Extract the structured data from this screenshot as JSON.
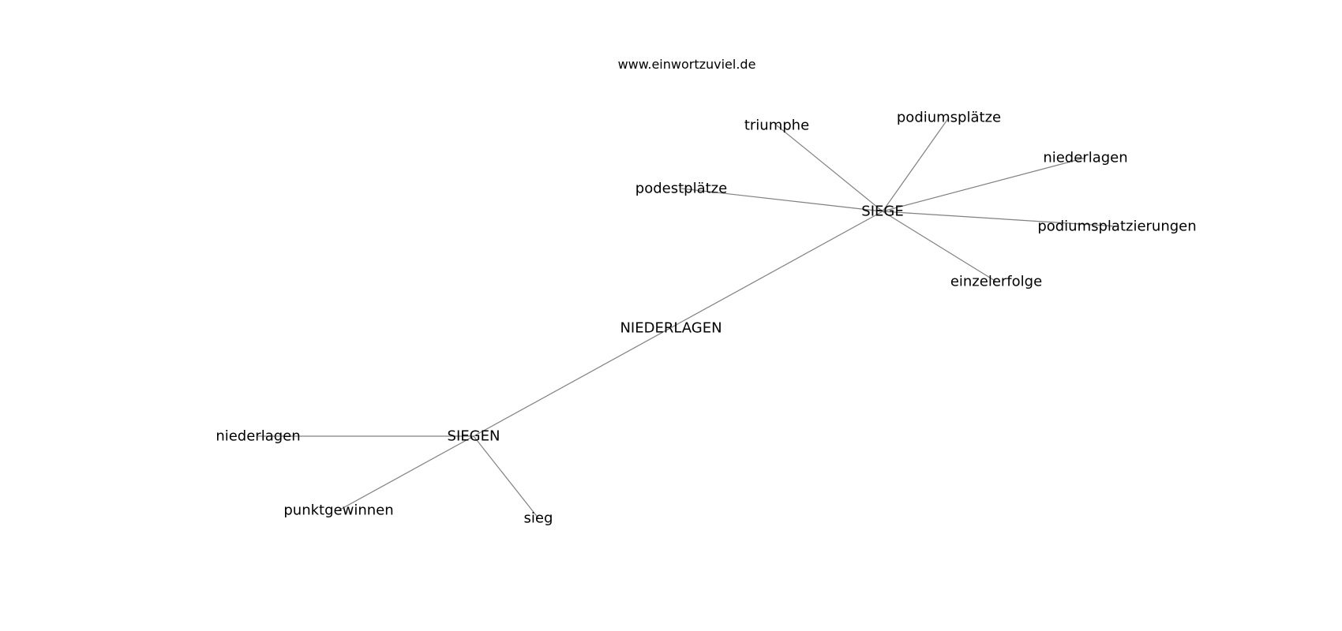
{
  "header": {
    "site": "www.einwortzuviel.de"
  },
  "graph": {
    "nodes": [
      {
        "id": "NIEDERLAGEN",
        "label": "NIEDERLAGEN"
      },
      {
        "id": "SIEGE",
        "label": "SIEGE"
      },
      {
        "id": "SIEGEN",
        "label": "SIEGEN"
      },
      {
        "id": "triumphe",
        "label": "triumphe"
      },
      {
        "id": "podiumsplaetze",
        "label": "podiumsplätze"
      },
      {
        "id": "niederlagen_1",
        "label": "niederlagen"
      },
      {
        "id": "podestplaetze",
        "label": "podestplätze"
      },
      {
        "id": "podiumsplatzierungen",
        "label": "podiumsplatzierungen"
      },
      {
        "id": "einzelerfolge",
        "label": "einzelerfolge"
      },
      {
        "id": "niederlagen_2",
        "label": "niederlagen"
      },
      {
        "id": "punktgewinnen",
        "label": "punktgewinnen"
      },
      {
        "id": "sieg",
        "label": "sieg"
      }
    ],
    "edges": [
      {
        "source": "SIEGE",
        "target": "SIEGEN"
      },
      {
        "source": "SIEGE",
        "target": "triumphe"
      },
      {
        "source": "SIEGE",
        "target": "podiumsplaetze"
      },
      {
        "source": "SIEGE",
        "target": "niederlagen_1"
      },
      {
        "source": "SIEGE",
        "target": "podestplaetze"
      },
      {
        "source": "SIEGE",
        "target": "podiumsplatzierungen"
      },
      {
        "source": "SIEGE",
        "target": "einzelerfolge"
      },
      {
        "source": "SIEGEN",
        "target": "niederlagen_2"
      },
      {
        "source": "SIEGEN",
        "target": "punktgewinnen"
      },
      {
        "source": "SIEGEN",
        "target": "sieg"
      }
    ]
  }
}
